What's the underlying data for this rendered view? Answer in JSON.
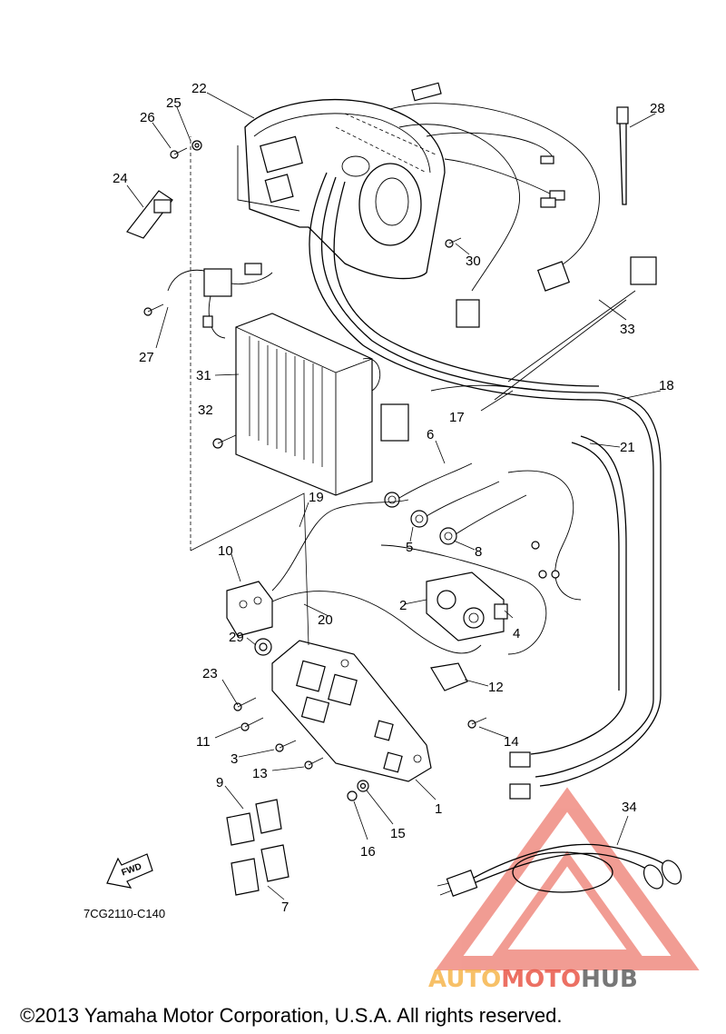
{
  "diagram": {
    "part_code": "7CG2110-C140",
    "fwd_label": "FWD",
    "copyright": "©2013 Yamaha Motor Corporation, U.S.A. All rights reserved.",
    "watermark": {
      "auto": "AUTO",
      "moto": "MOTO",
      "hub": "HUB",
      "colors": {
        "auto": "#f5b041",
        "moto": "#e74c3c",
        "hub": "#555555",
        "triangle": "#e74c3c"
      }
    },
    "callouts": [
      "22",
      "25",
      "26",
      "24",
      "28",
      "30",
      "33",
      "27",
      "31",
      "32",
      "18",
      "17",
      "21",
      "6",
      "19",
      "5",
      "8",
      "10",
      "2",
      "4",
      "20",
      "29",
      "23",
      "12",
      "11",
      "3",
      "14",
      "13",
      "1",
      "9",
      "15",
      "16",
      "34",
      "7"
    ]
  }
}
